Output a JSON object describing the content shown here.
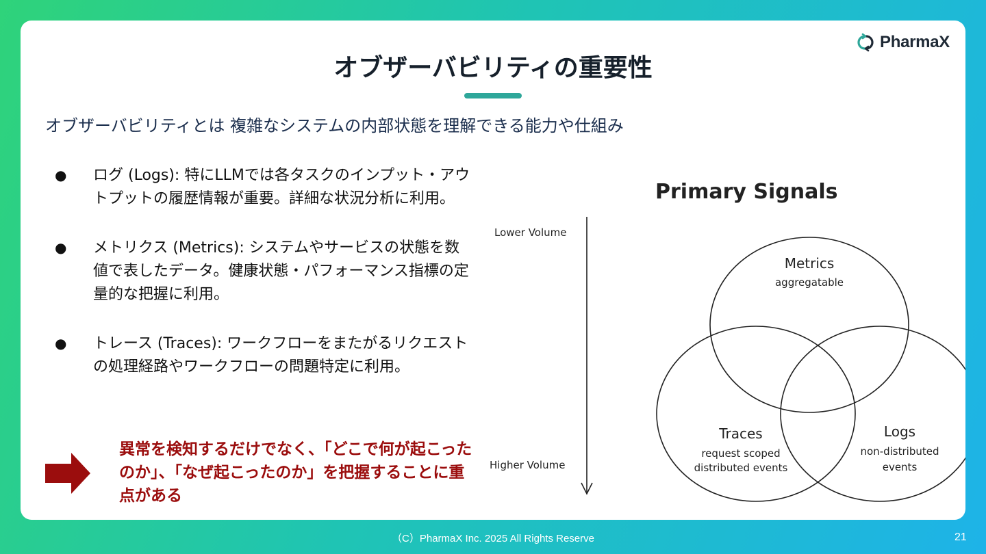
{
  "brand": {
    "name": "PharmaX",
    "accent": "#2ea79a",
    "logo_icon": "pharmax-logo-icon"
  },
  "slide": {
    "title": "オブザーバビリティの重要性",
    "subtitle": "オブザーバビリティとは 複雑なシステムの内部状態を理解できる能力や仕組み",
    "bullets": [
      {
        "text": "ログ (Logs): 特にLLMでは各タスクのインプット・アウトプットの履歴情報が重要。詳細な状況分析に利用。"
      },
      {
        "text": "メトリクス (Metrics): システムやサービスの状態を数値で表したデータ。健康状態・パフォーマンス指標の定量的な把握に利用。"
      },
      {
        "text": "トレース (Traces): ワークフローをまたがるリクエストの処理経路やワークフローの問題特定に利用。"
      }
    ],
    "callout": {
      "text": "異常を検知するだけでなく、「どこで何が起こったのか」、「なぜ起こったのか」を把握することに重点がある",
      "color": "#9b0d0d"
    },
    "diagram": {
      "title": "Primary Signals",
      "axis_top": "Lower Volume",
      "axis_bottom": "Higher Volume",
      "metrics": {
        "name": "Metrics",
        "desc": "aggregatable"
      },
      "traces": {
        "name": "Traces",
        "desc_line1": "request scoped",
        "desc_line2": "distributed events"
      },
      "logs": {
        "name": "Logs",
        "desc_line1": "non-distributed",
        "desc_line2": "events"
      }
    }
  },
  "footer": {
    "copyright": "（C）PharmaX Inc. 2025  All Rights Reserve",
    "page_number": "21"
  }
}
